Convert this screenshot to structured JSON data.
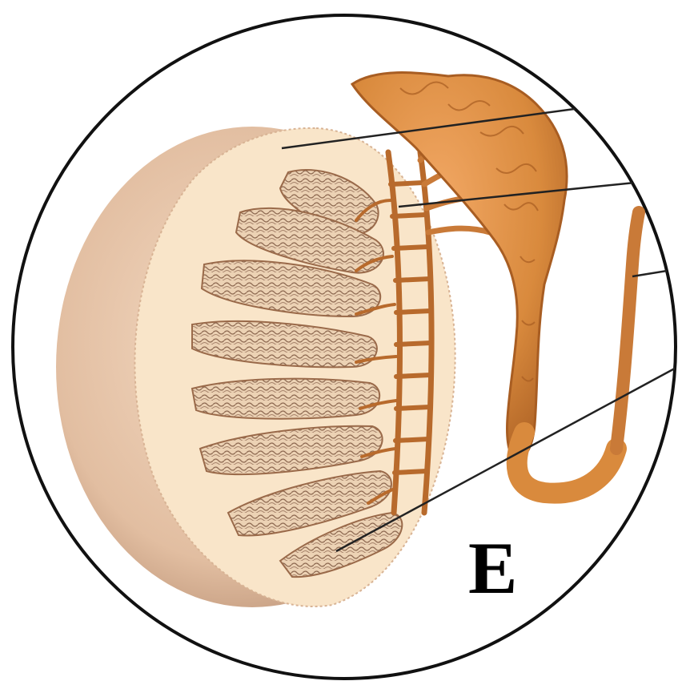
{
  "figure": {
    "panel_letter": "E",
    "colors": {
      "outline": "#111111",
      "testis_outer": "#e9c9ae",
      "testis_shade": "#c9a287",
      "testis_cut_face": "#f9e5c9",
      "lobule_fill": "#efd7bd",
      "lobule_outline": "#9a6a4a",
      "tubule_network": "#b86a2c",
      "epididymis": "#d98a3d",
      "epididymis_dark": "#b8692a",
      "duct": "#c97a38",
      "leader_line": "#222222"
    },
    "icons": [
      "leader-line",
      "testis",
      "epididymis",
      "vas-deferens"
    ]
  }
}
